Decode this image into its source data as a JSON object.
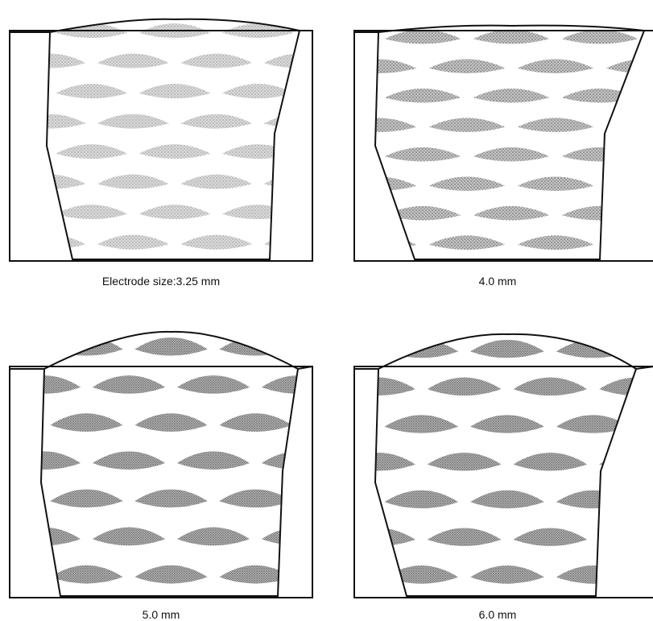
{
  "figure": {
    "panels": [
      {
        "caption": "Electrode size:3.25 mm",
        "dot_density": "light"
      },
      {
        "caption": "4.0 mm",
        "dot_density": "medium"
      },
      {
        "caption": "5.0 mm",
        "dot_density": "dense"
      },
      {
        "caption": "6.0 mm",
        "dot_density": "dense"
      }
    ],
    "colors": {
      "outline": "#111111",
      "background": "#ffffff",
      "stipple_light": "#9a9a9a",
      "stipple_medium": "#7a7a7a",
      "stipple_dense": "#5e5e5e"
    }
  }
}
